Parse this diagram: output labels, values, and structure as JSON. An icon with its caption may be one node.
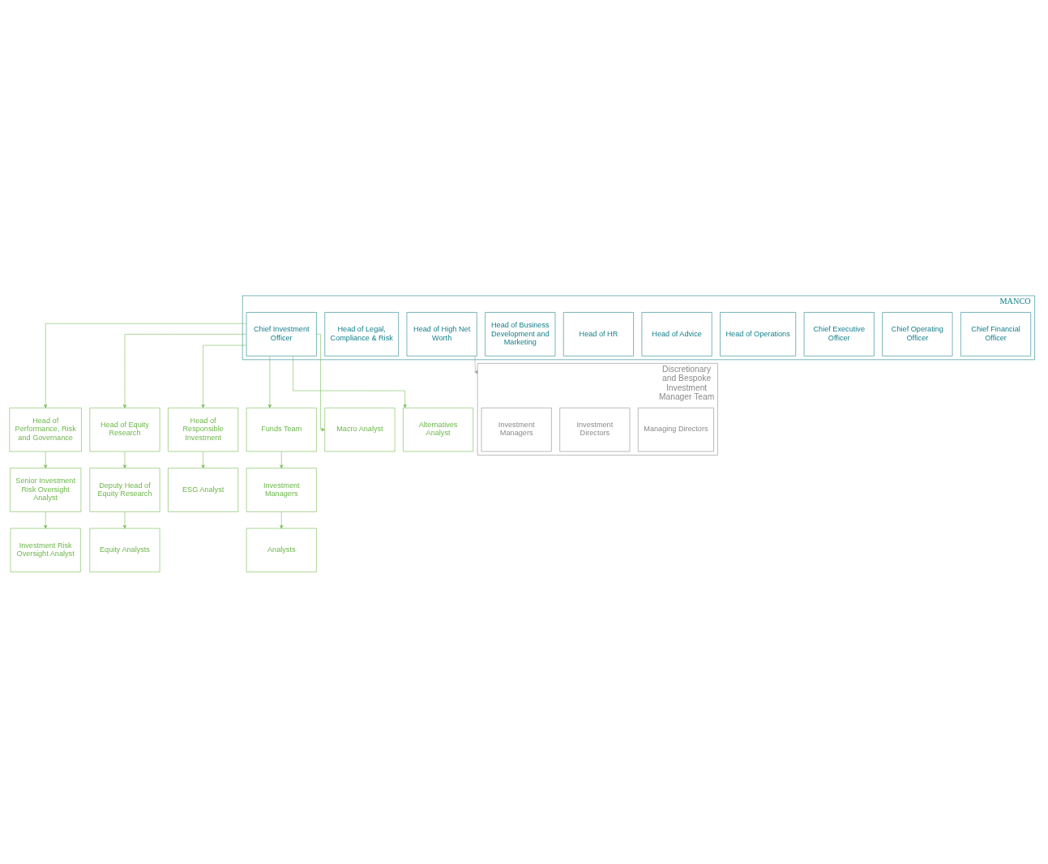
{
  "diagram": {
    "nodes": [
      {
        "text": [
          "MANCO"
        ]
      },
      {
        "text": [
          "Chief Financial Officer"
        ],
        "in": 0
      },
      {
        "text": [
          "Chief Operating Officer"
        ],
        "in": 0
      },
      {
        "text": [
          "Chief Executive Officer"
        ],
        "in": 0
      },
      {
        "text": [
          "Head of Operations"
        ],
        "in": 0
      },
      {
        "text": [
          "Head of Advice"
        ],
        "in": 0
      },
      {
        "text": [
          "Head of HR"
        ],
        "in": 0
      },
      {
        "text": [
          "Head of Business Development and Marketing"
        ],
        "in": 0
      },
      {
        "text": [
          "Chief Investment Officer"
        ],
        "in": 0
      },
      {
        "text": [
          "Head of Legal, Compliance & Risk"
        ],
        "in": 0
      },
      {
        "text": [
          "Head of High Net Worth"
        ],
        "in": 0
      },
      {
        "text": [
          "Head of Performance, Risk and Governance"
        ]
      },
      {
        "text": [
          "Head of Equity Research"
        ]
      },
      {
        "text": [
          "Head of Responsible Investment"
        ]
      },
      {
        "text": [
          "Funds Team"
        ]
      },
      {
        "text": [
          "Macro Analyst"
        ]
      },
      {
        "text": [
          "Alternatives Analyst"
        ]
      },
      {
        "text": [
          "Senior Investment Risk Oversight Analyst"
        ]
      },
      {
        "text": [
          "Deputy Head of Equity Research"
        ]
      },
      {
        "text": [
          "ESG Analyst"
        ]
      },
      {
        "text": [
          "Investment Managers"
        ]
      },
      {
        "text": [
          "Investment Risk Oversight Analyst"
        ]
      },
      {
        "text": [
          "Equity Analysts"
        ]
      },
      {
        "text": [
          "Analysts"
        ]
      },
      {
        "text": [
          "Discretionary and Bespoke Investment Manager Team"
        ]
      },
      {
        "text": [
          "Managing Directors"
        ],
        "in": 24
      },
      {
        "text": [
          "Investment Directors"
        ],
        "in": 24
      },
      {
        "text": [
          "Investment Managers"
        ],
        "in": 24
      }
    ],
    "edges": [
      {
        "from": 8,
        "to": 11,
        "arrow": "to"
      },
      {
        "from": 8,
        "to": 12,
        "arrow": "to"
      },
      {
        "from": 8,
        "to": 13,
        "arrow": "to"
      },
      {
        "from": 8,
        "to": 14,
        "arrow": "to"
      },
      {
        "from": 8,
        "to": 15,
        "arrow": "to"
      },
      {
        "from": 8,
        "to": 16,
        "arrow": "to"
      },
      {
        "from": 11,
        "to": 17,
        "arrow": "to"
      },
      {
        "from": 12,
        "to": 18,
        "arrow": "to"
      },
      {
        "from": 13,
        "to": 19,
        "arrow": "to"
      },
      {
        "from": 14,
        "to": 20,
        "arrow": "to"
      },
      {
        "from": 17,
        "to": 21,
        "arrow": "to"
      },
      {
        "from": 18,
        "to": 22,
        "arrow": "to"
      },
      {
        "from": 20,
        "to": 23,
        "arrow": "to"
      },
      {
        "from": 10,
        "to": 24,
        "arrow": "to",
        "color": "#999999"
      }
    ]
  }
}
